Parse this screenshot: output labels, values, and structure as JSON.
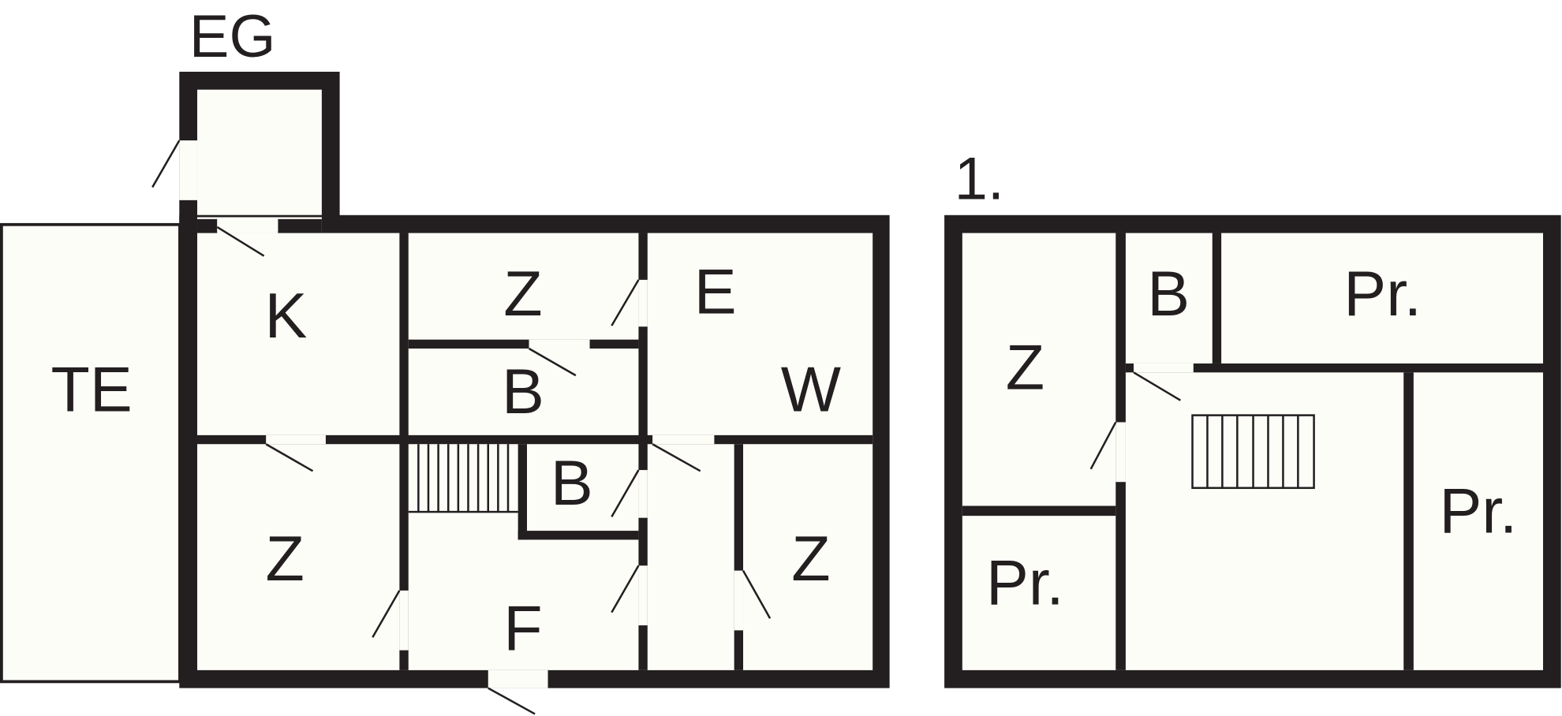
{
  "floors": [
    {
      "title": "EG",
      "rooms": [
        "TE",
        "K",
        "Z",
        "B",
        "E",
        "W",
        "B",
        "Z",
        "F",
        "Z"
      ]
    },
    {
      "title": "1.",
      "rooms": [
        "Z",
        "B",
        "Pr.",
        "Pr.",
        "Pr."
      ]
    }
  ],
  "colors": {
    "wall": "#231f20",
    "floor": "#fdfdf8"
  }
}
